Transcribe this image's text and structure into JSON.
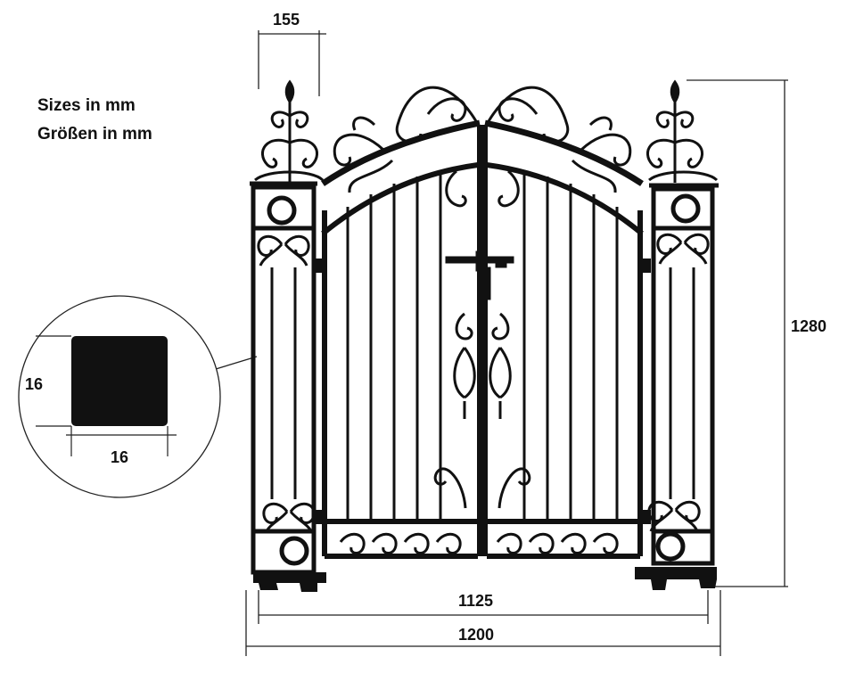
{
  "notes": {
    "line_en": "Sizes in mm",
    "line_de": "Größen in mm"
  },
  "dimensions": {
    "post_width": "155",
    "height": "1280",
    "inner_width": "1125",
    "overall_width": "1200",
    "bar_side_a": "16",
    "bar_side_b": "16"
  },
  "colors": {
    "iron": "#111111",
    "dimension_line": "#222222",
    "background": "#ffffff"
  },
  "icons": {
    "finial": "fleur-de-lis finial",
    "scroll": "scrollwork",
    "ring": "ring ornament"
  }
}
